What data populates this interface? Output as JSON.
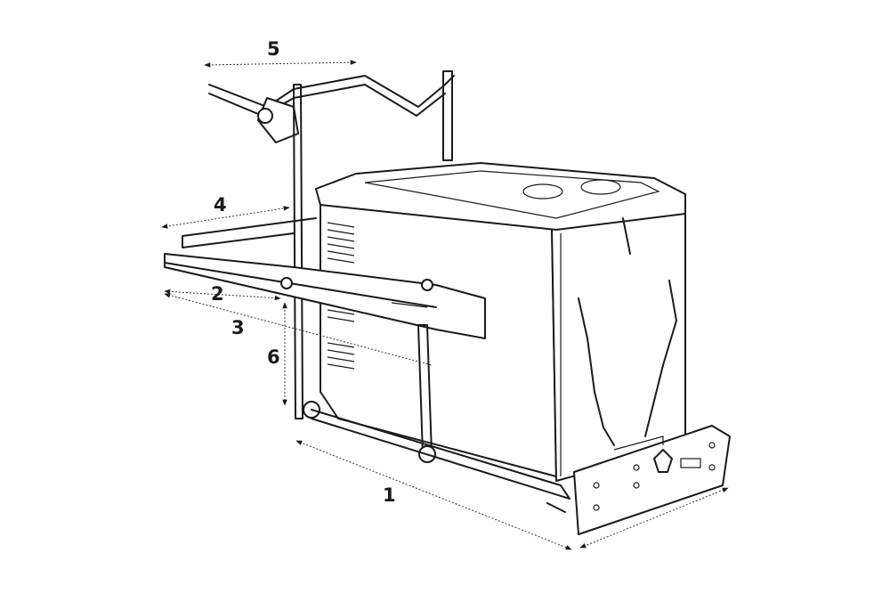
{
  "diagram": {
    "dimension_labels": [
      "1",
      "2",
      "3",
      "4",
      "5",
      "6"
    ],
    "colors": {
      "line": "#1a1a1a",
      "background": "#ffffff"
    }
  }
}
